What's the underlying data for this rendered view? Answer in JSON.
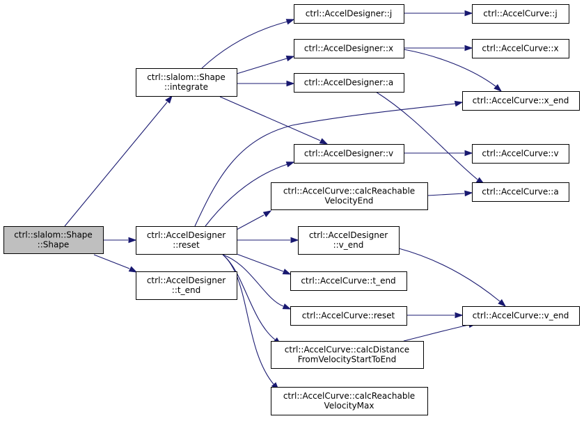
{
  "graph": {
    "nodes": [
      {
        "id": "shape",
        "lines": [
          "ctrl::slalom::Shape",
          "::Shape"
        ],
        "root": true
      },
      {
        "id": "integrate",
        "lines": [
          "ctrl::slalom::Shape",
          "::integrate"
        ]
      },
      {
        "id": "ad_reset",
        "lines": [
          "ctrl::AccelDesigner",
          "::reset"
        ]
      },
      {
        "id": "ad_t_end",
        "lines": [
          "ctrl::AccelDesigner",
          "::t_end"
        ]
      },
      {
        "id": "ad_j",
        "lines": [
          "ctrl::AccelDesigner::j"
        ]
      },
      {
        "id": "ad_x",
        "lines": [
          "ctrl::AccelDesigner::x"
        ]
      },
      {
        "id": "ad_a",
        "lines": [
          "ctrl::AccelDesigner::a"
        ]
      },
      {
        "id": "ad_v",
        "lines": [
          "ctrl::AccelDesigner::v"
        ]
      },
      {
        "id": "ac_crve",
        "lines": [
          "ctrl::AccelCurve::calcReachable",
          "VelocityEnd"
        ]
      },
      {
        "id": "ad_v_end",
        "lines": [
          "ctrl::AccelDesigner",
          "::v_end"
        ]
      },
      {
        "id": "ac_t_end",
        "lines": [
          "ctrl::AccelCurve::t_end"
        ]
      },
      {
        "id": "ac_reset",
        "lines": [
          "ctrl::AccelCurve::reset"
        ]
      },
      {
        "id": "ac_cdfv",
        "lines": [
          "ctrl::AccelCurve::calcDistance",
          "FromVelocityStartToEnd"
        ]
      },
      {
        "id": "ac_crvm",
        "lines": [
          "ctrl::AccelCurve::calcReachable",
          "VelocityMax"
        ]
      },
      {
        "id": "ac_j",
        "lines": [
          "ctrl::AccelCurve::j"
        ]
      },
      {
        "id": "ac_x",
        "lines": [
          "ctrl::AccelCurve::x"
        ]
      },
      {
        "id": "ac_x_end",
        "lines": [
          "ctrl::AccelCurve::x_end"
        ]
      },
      {
        "id": "ac_v",
        "lines": [
          "ctrl::AccelCurve::v"
        ]
      },
      {
        "id": "ac_a",
        "lines": [
          "ctrl::AccelCurve::a"
        ]
      },
      {
        "id": "ac_v_end",
        "lines": [
          "ctrl::AccelCurve::v_end"
        ]
      }
    ],
    "edges": [
      {
        "from": "shape",
        "to": "integrate"
      },
      {
        "from": "shape",
        "to": "ad_reset"
      },
      {
        "from": "shape",
        "to": "ad_t_end"
      },
      {
        "from": "integrate",
        "to": "ad_j"
      },
      {
        "from": "integrate",
        "to": "ad_x"
      },
      {
        "from": "integrate",
        "to": "ad_a"
      },
      {
        "from": "integrate",
        "to": "ad_v"
      },
      {
        "from": "ad_j",
        "to": "ac_j"
      },
      {
        "from": "ad_x",
        "to": "ac_x"
      },
      {
        "from": "ad_x",
        "to": "ac_x_end"
      },
      {
        "from": "ad_a",
        "to": "ac_a"
      },
      {
        "from": "ad_v",
        "to": "ac_v"
      },
      {
        "from": "ad_reset",
        "to": "ac_x_end"
      },
      {
        "from": "ad_reset",
        "to": "ad_v"
      },
      {
        "from": "ad_reset",
        "to": "ac_crve"
      },
      {
        "from": "ad_reset",
        "to": "ad_v_end"
      },
      {
        "from": "ad_reset",
        "to": "ac_t_end"
      },
      {
        "from": "ad_reset",
        "to": "ac_reset"
      },
      {
        "from": "ad_reset",
        "to": "ac_cdfv"
      },
      {
        "from": "ad_reset",
        "to": "ac_crvm"
      },
      {
        "from": "ac_crve",
        "to": "ac_a"
      },
      {
        "from": "ad_v_end",
        "to": "ac_v_end"
      },
      {
        "from": "ac_reset",
        "to": "ac_v_end"
      },
      {
        "from": "ac_cdfv",
        "to": "ac_v_end"
      }
    ]
  }
}
